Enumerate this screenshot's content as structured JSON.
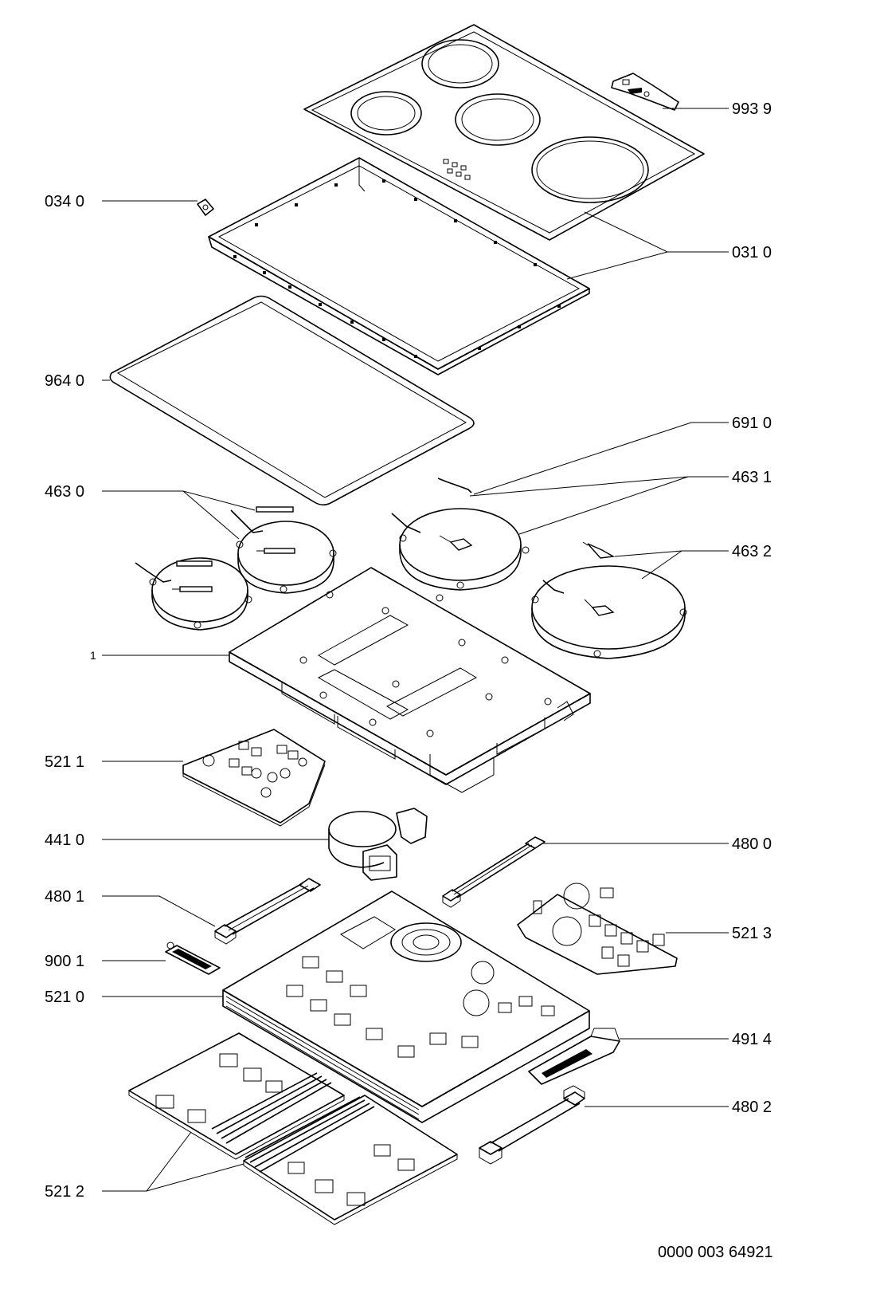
{
  "labels": {
    "p9939": "993 9",
    "p0340": "034 0",
    "p0310": "031 0",
    "p9640": "964 0",
    "p6910": "691 0",
    "p4630": "463 0",
    "p4631": "463 1",
    "p4632": "463 2",
    "p1": "1",
    "p5211": "521 1",
    "p4410": "441 0",
    "p4800": "480 0",
    "p4801": "480 1",
    "p5213": "521 3",
    "p9001": "900 1",
    "p5210": "521 0",
    "p4914": "491 4",
    "p4802": "480 2",
    "p5212": "521 2"
  },
  "drawing_number": "0000 003 64921"
}
